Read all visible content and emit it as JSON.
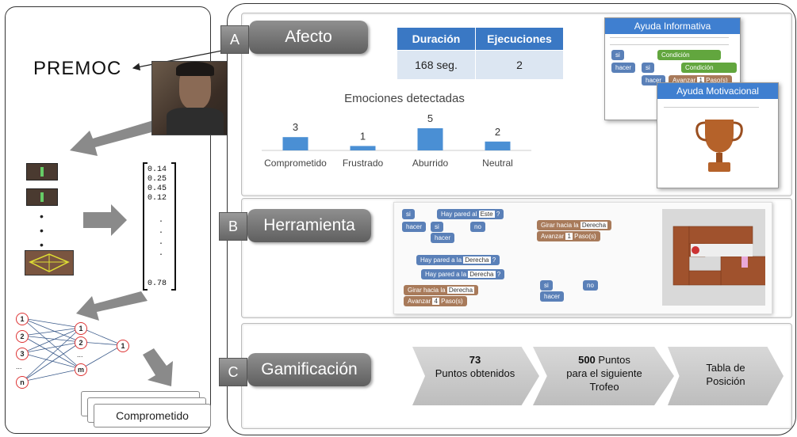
{
  "left_panel": {
    "title": "PREMOC",
    "vector": [
      "0.14",
      "0.25",
      "0.45",
      "0.12",
      ".",
      ".",
      ".",
      ".",
      "0.78"
    ],
    "network": {
      "inputs": [
        "1",
        "2",
        "3",
        "...",
        "n"
      ],
      "hidden": [
        "1",
        "2",
        "...",
        "m"
      ],
      "output": "1"
    },
    "result_label": "Comprometido"
  },
  "sections": {
    "a": {
      "letter": "A",
      "label": "Afecto",
      "table": {
        "headers": [
          "Duración",
          "Ejecuciones"
        ],
        "row": [
          "168 seg.",
          "2"
        ]
      },
      "popup1_title": "Ayuda Informativa",
      "popup2_title": "Ayuda Motivacional",
      "popup_blocks": [
        "si",
        "Condición",
        "hacer",
        "si",
        "Condición",
        "hacer",
        "Avanzar",
        "1",
        "Paso(s)"
      ]
    },
    "b": {
      "letter": "B",
      "label": "Herramienta",
      "blocks": {
        "si": "si",
        "hacer": "hacer",
        "no": "no",
        "hay_pared_al": "Hay pared al",
        "este": "Este",
        "q": "?",
        "hay_pared_a_la": "Hay pared a la",
        "derecha": "Derecha",
        "girar_hacia_la": "Girar hacia la",
        "avanzar": "Avanzar",
        "pasos": "Paso(s)",
        "n1": "1",
        "n4": "4"
      }
    },
    "c": {
      "letter": "C",
      "label": "Gamificación",
      "chevrons": [
        {
          "value": "73",
          "text": "Puntos obtenidos"
        },
        {
          "value": "500",
          "text_suffix": "Puntos",
          "text": "para el siguiente Trofeo"
        },
        {
          "value": "",
          "text": "Tabla de Posición"
        }
      ]
    }
  },
  "chart_data": {
    "type": "bar",
    "title": "Emociones detectadas",
    "categories": [
      "Comprometido",
      "Frustrado",
      "Aburrido",
      "Neutral"
    ],
    "values": [
      3,
      1,
      5,
      2
    ],
    "ylim": [
      0,
      5
    ],
    "grid": false,
    "color": "#4a8fd4"
  }
}
